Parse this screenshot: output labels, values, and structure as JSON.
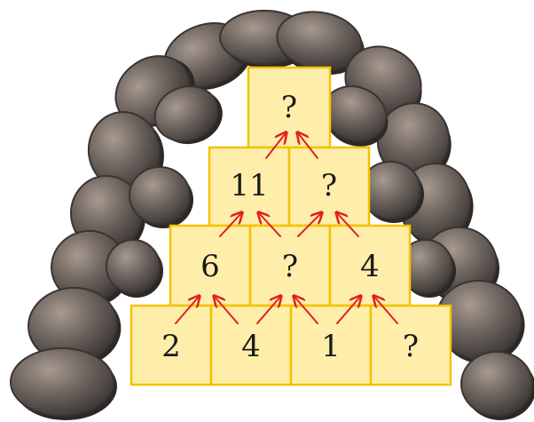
{
  "colors": {
    "block_fill": "#ffeeaa",
    "block_stroke": "#f2c200",
    "arrow": "#e02020",
    "rock_fill": "#6b625d",
    "rock_highlight": "#a79a8f",
    "rock_shadow": "#3e3936"
  },
  "pyramid": {
    "row4": [
      "?"
    ],
    "row3": [
      "11",
      "?"
    ],
    "row2": [
      "6",
      "?",
      "4"
    ],
    "row1": [
      "2",
      "4",
      "1",
      "?"
    ]
  }
}
